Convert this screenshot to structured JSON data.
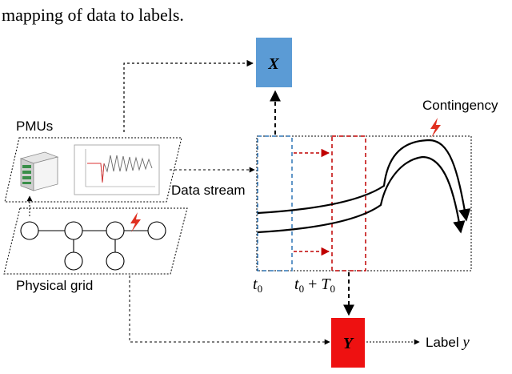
{
  "caption_fragment": "mapping of data to labels.",
  "blocks": {
    "x_box": {
      "label": "X",
      "color": "#5b9bd5"
    },
    "y_box": {
      "label": "Y",
      "color": "#ee1111"
    }
  },
  "labels": {
    "pmus": "PMUs",
    "physical_grid": "Physical grid",
    "data_stream": "Data stream",
    "contingency": "Contingency",
    "label_y": "Label y",
    "t0": "t0",
    "t0_plus_T0": "t0 + T0"
  },
  "icons": {
    "pmu_device": "pmu-device-icon",
    "pmu_waveform": "waveform-plot-icon",
    "fault": "lightning-bolt-icon"
  },
  "colors": {
    "window_blue": "#2e75b6",
    "window_red": "#c00000",
    "fault_red": "#e03020"
  }
}
